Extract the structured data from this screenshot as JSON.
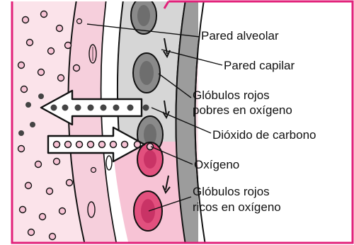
{
  "labels": {
    "pared_alveolar": "Pared alveolar",
    "pared_capilar": "Pared capilar",
    "globulos_pobres_1": "Glóbulos rojos",
    "globulos_pobres_2": "pobres en oxígeno",
    "dioxido": "Dióxido de carbono",
    "oxigeno": "Oxígeno",
    "globulos_ricos_1": "Glóbulos rojos",
    "globulos_ricos_2": "ricos en oxígeno"
  },
  "colors": {
    "frame": "#e2227a",
    "alveolus": "#fbe3ea",
    "alveolar_wall": "#f6cfdc",
    "vessel_gray": "#d6d6d6",
    "vessel_pink": "#f7c3d5",
    "cell_gray": "#8a8a8a",
    "cell_pink": "#e2507e",
    "co2_dot": "#444444",
    "o2_dot": "#e0457a"
  },
  "icons": {
    "co2_arrow": "arrow-left-icon",
    "o2_arrow": "arrow-right-icon",
    "flow_arrow": "arrow-down-icon"
  }
}
